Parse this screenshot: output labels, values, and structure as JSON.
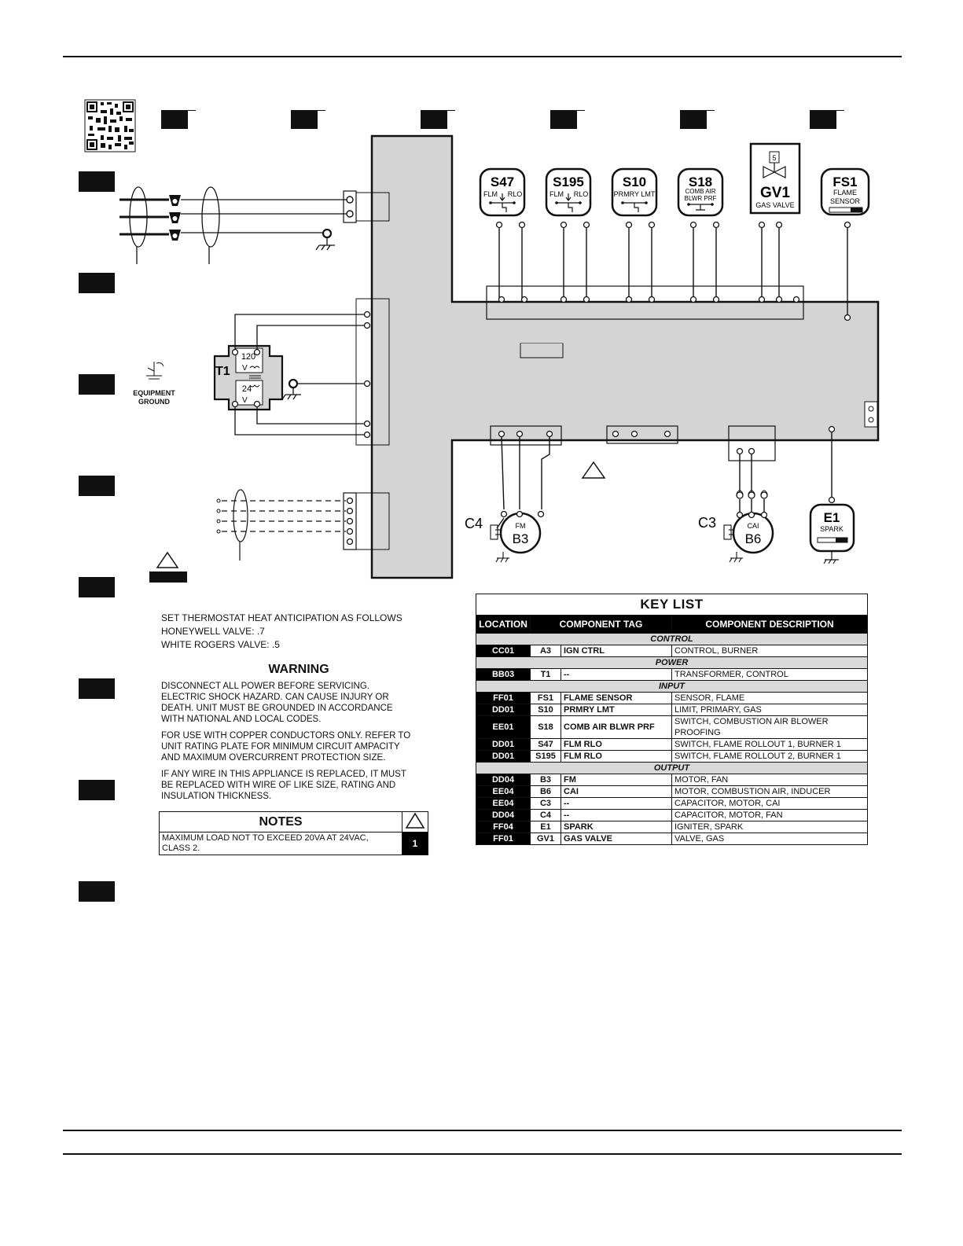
{
  "page": {
    "thermostat_note": {
      "line1": "SET THERMOSTAT HEAT ANTICIPATION AS FOLLOWS",
      "line2": "HONEYWELL VALVE: .7",
      "line3": "WHITE ROGERS VALVE: .5"
    },
    "warning": {
      "title": "WARNING",
      "p1_a": "DISCONNECT ALL POWER BEFORE SERVICING.",
      "p1_b": "ELECTRIC SHOCK HAZARD. CAN CAUSE INJURY OR",
      "p1_c": "DEATH. UNIT MUST BE GROUNDED IN ACCORDANCE",
      "p1_d": "WITH NATIONAL AND LOCAL CODES.",
      "p2_a": "FOR USE WITH COPPER CONDUCTORS ONLY. REFER TO",
      "p2_b": "UNIT RATING PLATE FOR MINIMUM CIRCUIT AMPACITY",
      "p2_c": "AND MAXIMUM OVERCURRENT PROTECTION SIZE.",
      "p3_a": "IF ANY WIRE IN THIS APPLIANCE IS REPLACED, IT MUST",
      "p3_b": "BE REPLACED WITH WIRE OF LIKE SIZE, RATING AND",
      "p3_c": "INSULATION THICKNESS."
    },
    "notes": {
      "title": "NOTES",
      "item1_text_a": "MAXIMUM LOAD NOT TO EXCEED 20VA AT 24VAC,",
      "item1_text_b": "CLASS 2.",
      "item1_num": "1"
    },
    "equipment_ground": {
      "line1": "EQUIPMENT",
      "line2": "GROUND"
    }
  },
  "components": {
    "s47": {
      "tag": "S47",
      "left": "FLM",
      "right": "RLO"
    },
    "s195": {
      "tag": "S195",
      "left": "FLM",
      "right": "RLO"
    },
    "s10": {
      "tag": "S10",
      "sub": "PRMRY LMT"
    },
    "s18": {
      "tag": "S18",
      "sub1": "COMB AIR",
      "sub2": "BLWR PRF"
    },
    "gv1": {
      "tag": "GV1",
      "sub": "GAS VALVE",
      "num": "5"
    },
    "fs1": {
      "tag": "FS1",
      "sub1": "FLAME",
      "sub2": "SENSOR"
    },
    "t1": {
      "tag": "T1",
      "primary": "120",
      "secondary": "24",
      "unit": "V"
    },
    "c4": {
      "tag": "C4"
    },
    "b3": {
      "tag": "B3",
      "sub": "FM"
    },
    "c3": {
      "tag": "C3"
    },
    "b6": {
      "tag": "B6",
      "sub": "CAI"
    },
    "e1": {
      "tag": "E1",
      "sub": "SPARK"
    }
  },
  "key_list": {
    "title": "KEY LIST",
    "headers": [
      "LOCATION",
      "COMPONENT TAG",
      "COMPONENT DESCRIPTION"
    ],
    "sections": [
      {
        "name": "CONTROL",
        "rows": [
          {
            "loc": "CC01",
            "tag": "A3",
            "name": "IGN CTRL",
            "desc": "CONTROL, BURNER"
          }
        ]
      },
      {
        "name": "POWER",
        "rows": [
          {
            "loc": "BB03",
            "tag": "T1",
            "name": "--",
            "desc": "TRANSFORMER, CONTROL"
          }
        ]
      },
      {
        "name": "INPUT",
        "rows": [
          {
            "loc": "FF01",
            "tag": "FS1",
            "name": "FLAME SENSOR",
            "desc": "SENSOR, FLAME"
          },
          {
            "loc": "DD01",
            "tag": "S10",
            "name": "PRMRY LMT",
            "desc": "LIMIT, PRIMARY, GAS"
          },
          {
            "loc": "EE01",
            "tag": "S18",
            "name": "COMB AIR BLWR PRF",
            "desc": "SWITCH, COMBUSTION AIR BLOWER PROOFING"
          },
          {
            "loc": "DD01",
            "tag": "S47",
            "name": "FLM RLO",
            "desc": "SWITCH, FLAME ROLLOUT 1, BURNER 1"
          },
          {
            "loc": "DD01",
            "tag": "S195",
            "name": "FLM RLO",
            "desc": "SWITCH, FLAME ROLLOUT 2, BURNER 1"
          }
        ]
      },
      {
        "name": "OUTPUT",
        "rows": [
          {
            "loc": "DD04",
            "tag": "B3",
            "name": "FM",
            "desc": "MOTOR, FAN"
          },
          {
            "loc": "EE04",
            "tag": "B6",
            "name": "CAI",
            "desc": "MOTOR, COMBUSTION AIR, INDUCER"
          },
          {
            "loc": "EE04",
            "tag": "C3",
            "name": "--",
            "desc": "CAPACITOR, MOTOR, CAI"
          },
          {
            "loc": "DD04",
            "tag": "C4",
            "name": "--",
            "desc": "CAPACITOR, MOTOR, FAN"
          },
          {
            "loc": "FF04",
            "tag": "E1",
            "name": "SPARK",
            "desc": "IGNITER, SPARK"
          },
          {
            "loc": "FF01",
            "tag": "GV1",
            "name": "GAS VALVE",
            "desc": "VALVE, GAS"
          }
        ]
      }
    ]
  }
}
